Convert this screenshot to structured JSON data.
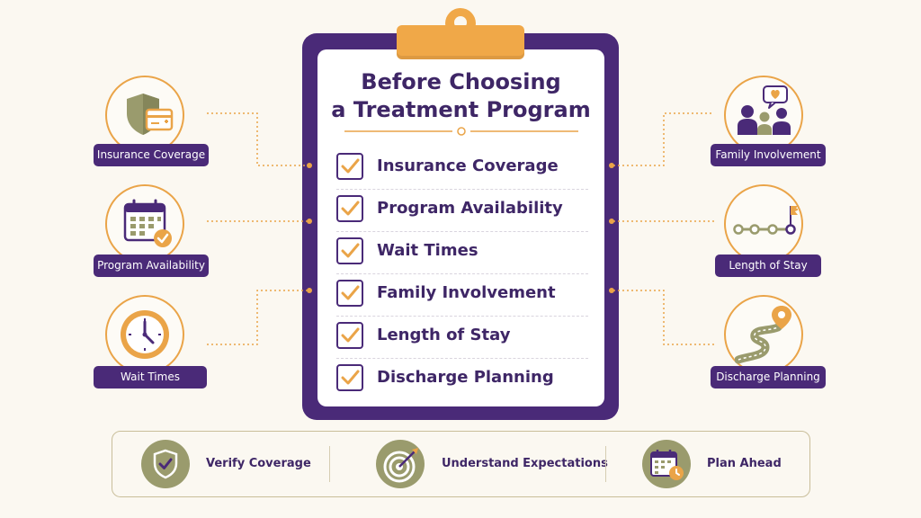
{
  "title": {
    "line1": "Before Choosing",
    "line2": "a Treatment Program"
  },
  "checklist": [
    {
      "label": "Insurance Coverage"
    },
    {
      "label": "Program Availability"
    },
    {
      "label": "Wait Times"
    },
    {
      "label": "Family Involvement"
    },
    {
      "label": "Length of Stay"
    },
    {
      "label": "Discharge Planning"
    }
  ],
  "left_items": [
    {
      "label": "Insurance Coverage",
      "icon": "shield-card-icon"
    },
    {
      "label": "Program Availability",
      "icon": "calendar-check-icon"
    },
    {
      "label": "Wait Times",
      "icon": "clock-icon"
    }
  ],
  "right_items": [
    {
      "label": "Family Involvement",
      "icon": "family-heart-icon"
    },
    {
      "label": "Length of Stay",
      "icon": "timeline-flag-icon"
    },
    {
      "label": "Discharge Planning",
      "icon": "road-pin-icon"
    }
  ],
  "bottom_bar": [
    {
      "label": "Verify Coverage",
      "icon": "shield-check-icon"
    },
    {
      "label": "Understand Expectations",
      "icon": "target-icon"
    },
    {
      "label": "Plan Ahead",
      "icon": "calendar-clock-icon"
    }
  ],
  "colors": {
    "purple": "#4a2a78",
    "orange": "#f0a848",
    "olive": "#9a9b6d",
    "background": "#fbf8f1"
  }
}
